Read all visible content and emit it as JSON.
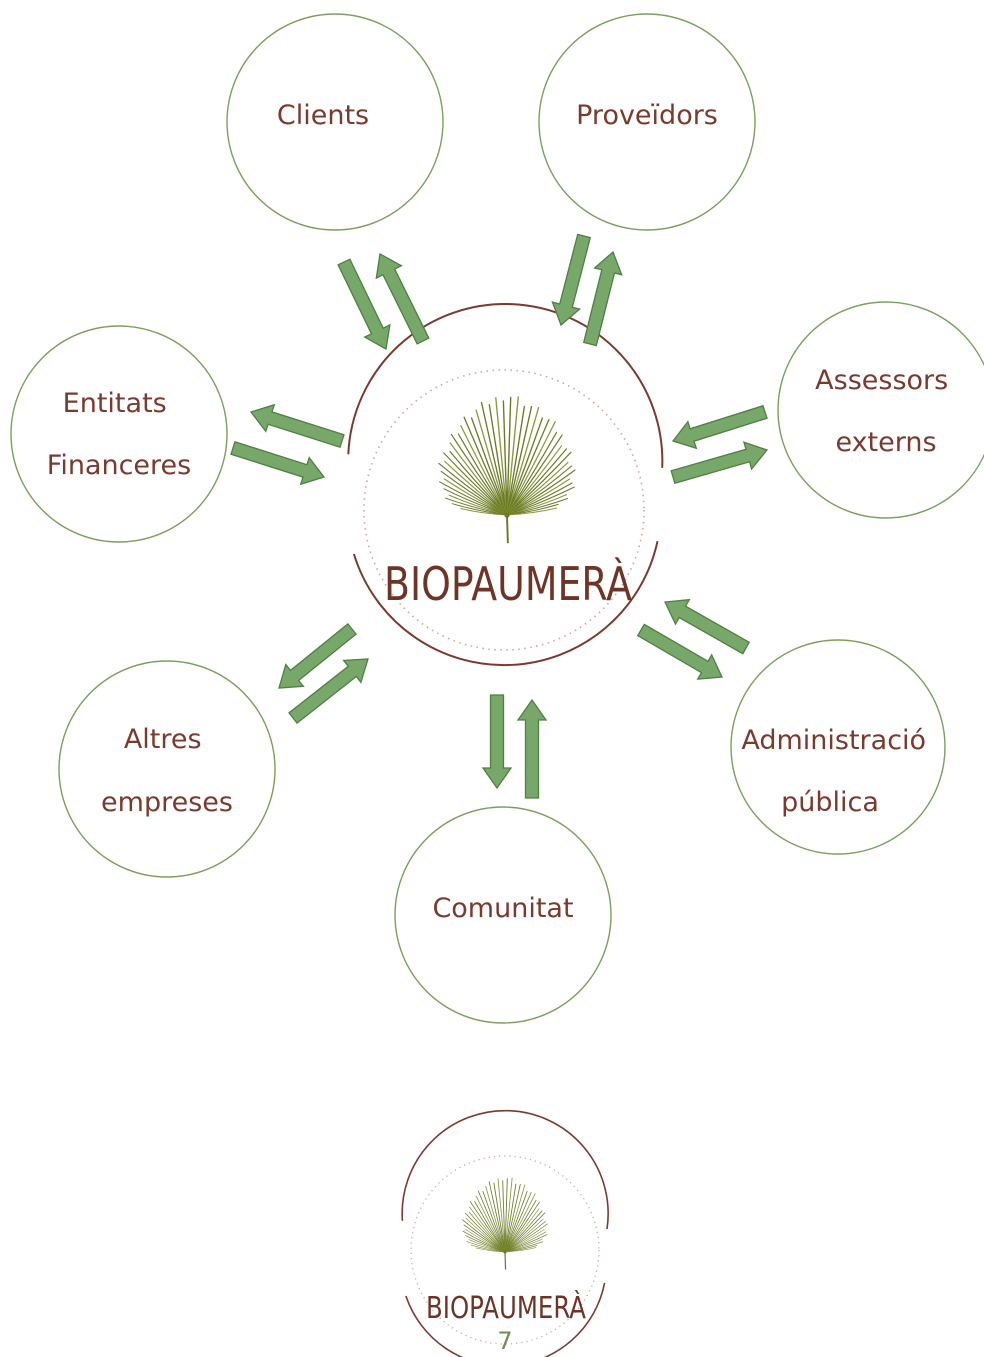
{
  "center": {
    "brand": "BIOPAUMERÀ"
  },
  "nodes": [
    {
      "id": "clients",
      "lines": [
        "Clients"
      ]
    },
    {
      "id": "proveidors",
      "lines": [
        "Proveïdors"
      ]
    },
    {
      "id": "assessors",
      "lines": [
        "Assessors",
        "externs"
      ]
    },
    {
      "id": "administracio",
      "lines": [
        "Administració",
        "pública"
      ]
    },
    {
      "id": "comunitat",
      "lines": [
        "Comunitat"
      ]
    },
    {
      "id": "altres",
      "lines": [
        "Altres",
        "empreses"
      ]
    },
    {
      "id": "entitats",
      "lines": [
        "Entitats",
        "Financeres"
      ]
    }
  ],
  "footer": {
    "brand": "BIOPAUMERÀ",
    "page_number": "7"
  },
  "colors": {
    "circle_stroke": "#7aa05a",
    "arrow_fill": "#77a86a",
    "arrow_stroke": "#4f7f43",
    "label_text": "#7a3b2e",
    "ring": "#7a3b2e",
    "dotted_ring": "#c9a8a0",
    "leaf": "#6b7a2a",
    "page_number": "#6f8f52"
  }
}
